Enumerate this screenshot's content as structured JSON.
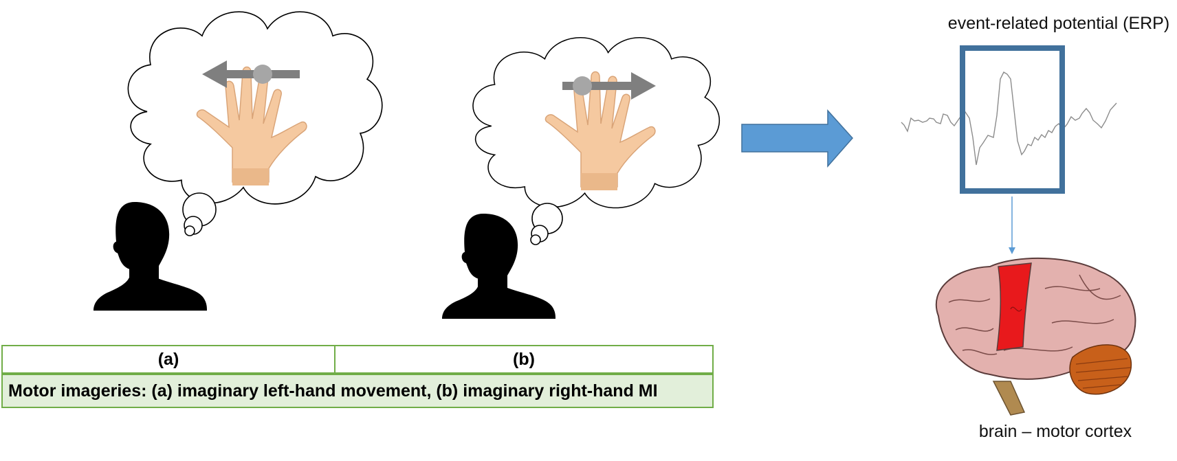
{
  "table": {
    "headers": [
      "(a)",
      "(b)"
    ],
    "caption": "Motor imageries: (a) imaginary left-hand movement, (b) imaginary right-hand MI"
  },
  "erp": {
    "title": "event-related potential (ERP)"
  },
  "brain": {
    "label": "brain – motor cortex"
  },
  "colors": {
    "table_border": "#70ad47",
    "table_fill": "#e2efda",
    "flow_arrow": "#5b9bd5",
    "erp_box": "#41719c",
    "motor_cortex": "#e8191c",
    "brain": "#e3b1ae",
    "cerebellum": "#c8601a"
  }
}
